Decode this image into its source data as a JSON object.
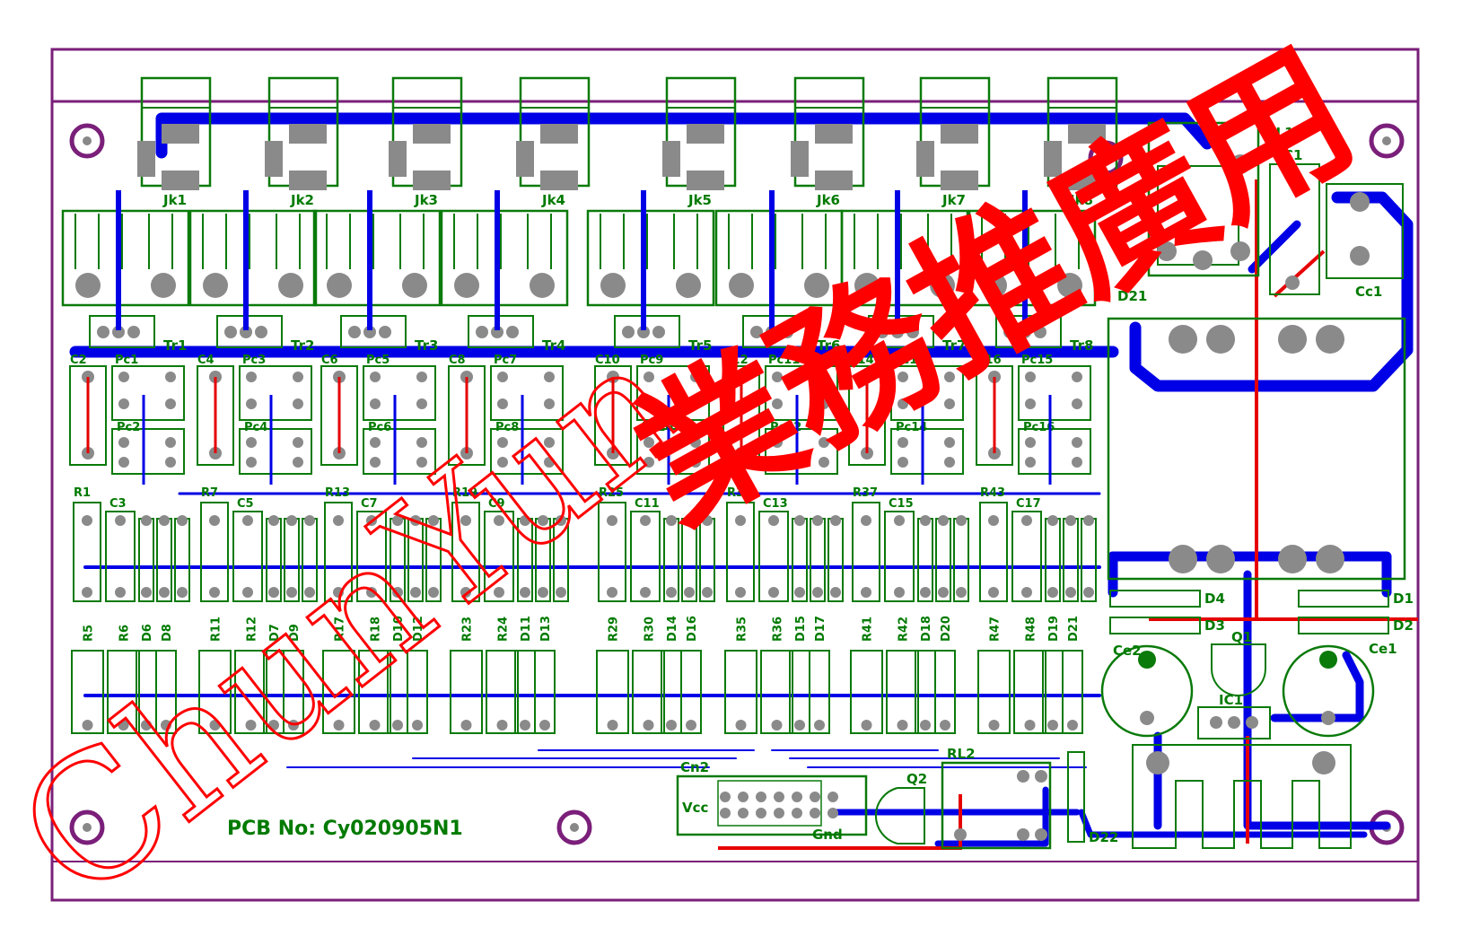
{
  "board": {
    "pcb_number": "PCB No: Cy020905N1",
    "colors": {
      "outline": "#7a1f7a",
      "silk": "#0a7a0a",
      "top_copper": "#e60000",
      "bottom_copper": "#0000e6",
      "pad": "#8a8a8a",
      "watermark": "#ff0000"
    }
  },
  "watermark": {
    "latin": "ChunYun",
    "cjk": "業務推廣用"
  },
  "jacks": [
    "Jk1",
    "Jk2",
    "Jk3",
    "Jk4",
    "Jk5",
    "Jk6",
    "Jk7",
    "Jk8"
  ],
  "transformers": [
    "Tr1",
    "Tr2",
    "Tr3",
    "Tr4",
    "Tr5",
    "Tr6",
    "Tr7",
    "Tr8"
  ],
  "photocouplers_top": [
    "Pc1",
    "Pc3",
    "Pc5",
    "Pc7",
    "Pc9",
    "Pc11",
    "Pc13",
    "Pc15"
  ],
  "photocouplers_bottom": [
    "Pc2",
    "Pc4",
    "Pc6",
    "Pc8",
    "Pc10",
    "Pc12",
    "Pc14",
    "Pc16"
  ],
  "caps_top": [
    "C2",
    "C4",
    "C6",
    "C8",
    "C10",
    "C12",
    "C14",
    "C16"
  ],
  "caps_mid": [
    "C3",
    "C5",
    "C7",
    "C9",
    "C11",
    "C13",
    "C15",
    "C17"
  ],
  "res_mid": [
    "R1",
    "R7",
    "R13",
    "R19",
    "R25",
    "R31",
    "R37",
    "R43"
  ],
  "res_bottom_groups": [
    [
      "R5",
      "R6",
      "D6",
      "D8"
    ],
    [
      "R11",
      "R12",
      "D7",
      "D9"
    ],
    [
      "R17",
      "R18",
      "D10",
      "D12"
    ],
    [
      "R23",
      "R24",
      "D11",
      "D13"
    ],
    [
      "R29",
      "R30",
      "D14",
      "D16"
    ],
    [
      "R35",
      "R36",
      "D15",
      "D17"
    ],
    [
      "R41",
      "R42",
      "D18",
      "D20"
    ],
    [
      "R47",
      "R48",
      "D19",
      "D21"
    ]
  ],
  "right_section": {
    "relay1": "RL1",
    "relay2": "RL2",
    "cap_c1": "C1",
    "cap_ce1": "Ce1",
    "cap_ce2": "Ce2",
    "cap_cc1": "Cc1",
    "diodes": [
      "D1",
      "D2",
      "D3",
      "D4",
      "D21",
      "D22"
    ],
    "regulator": "IC1",
    "transistors": [
      "Q1",
      "Q2"
    ],
    "connector": "Cn2",
    "vcc_label": "Vcc",
    "gnd_label": "Gnd"
  }
}
